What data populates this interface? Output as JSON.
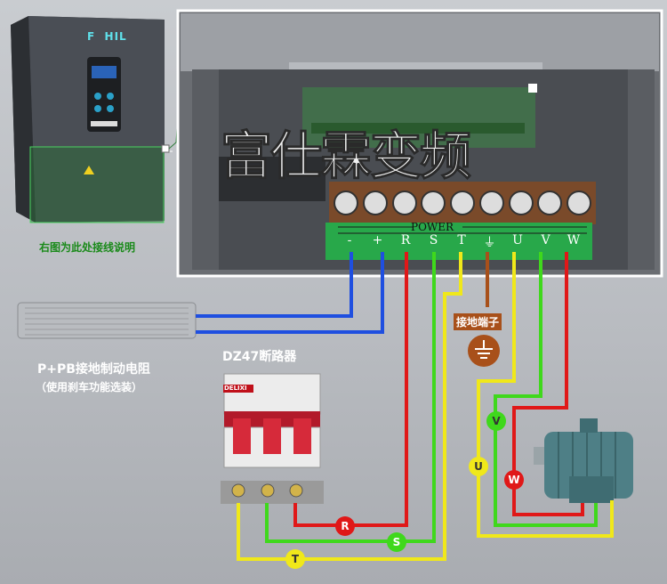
{
  "watermark": "富仕霖变频",
  "inverter": {
    "brand": "F  HIL",
    "caption": "右图为此处接线说明"
  },
  "terminals": {
    "header_label": "POWER",
    "labels": [
      "-",
      "+",
      "R",
      "S",
      "T",
      "⏚",
      "U",
      "V",
      "W"
    ]
  },
  "ground": {
    "label": "接地端子"
  },
  "resistor": {
    "title": "P+PB接地制动电阻",
    "note": "（使用刹车功能选装）"
  },
  "breaker": {
    "title": "DZ47断路器",
    "brand": "DELIXI"
  },
  "markers": {
    "R": "R",
    "S": "S",
    "T": "T",
    "U": "U",
    "V": "V",
    "W": "W"
  },
  "colors": {
    "blue": "#1f4fe0",
    "red": "#e01818",
    "green": "#3fd81c",
    "yellow": "#f0e81a",
    "ground_brown": "#a8501a",
    "terminal_block": "#28a84a",
    "motor": "#4e7f86"
  }
}
